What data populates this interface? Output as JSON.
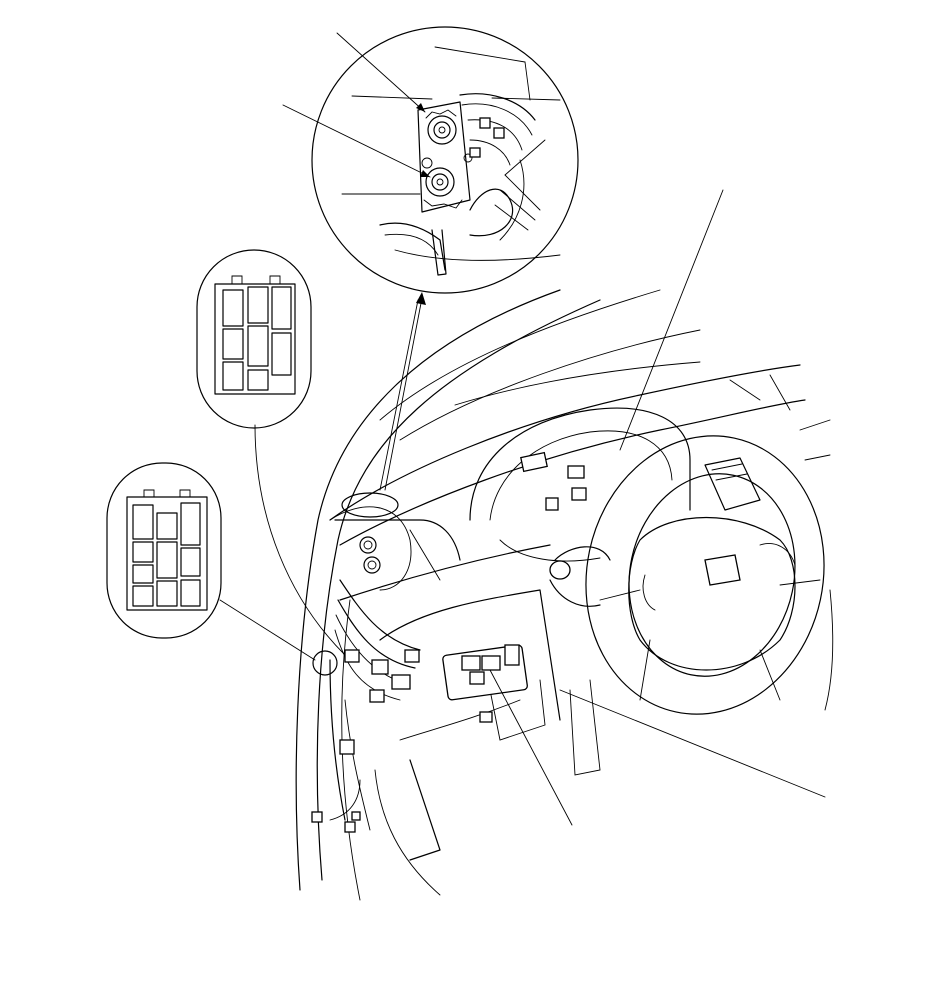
{
  "diagram": {
    "callouts": [
      {
        "id": "door-switch-upper"
      },
      {
        "id": "door-switch-lower"
      },
      {
        "id": "switch-bracket"
      },
      {
        "id": "harness-clip"
      },
      {
        "id": "switch-connector"
      },
      {
        "id": "mount-plate"
      },
      {
        "id": "column-wiring"
      },
      {
        "id": "under-dash-fuse-box"
      },
      {
        "id": "steering-column-harness"
      }
    ],
    "connectors": [
      {
        "id": "connector-12pin",
        "pins": 8
      },
      {
        "id": "connector-10pin",
        "pins": 9
      }
    ]
  }
}
